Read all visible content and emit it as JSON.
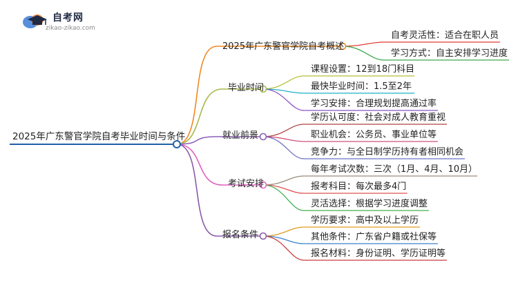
{
  "logo": {
    "title": "自考网",
    "url": "zikao-zikao.com"
  },
  "root": {
    "label": "2025年广东警官学院自考毕业时间与条件",
    "color": "#1f5fa8"
  },
  "branches": [
    {
      "label": "2025年广东警官学院自考概述",
      "color": "#f0891e",
      "children": [
        {
          "label": "自考灵活性：适合在职人员",
          "color": "#e03c31"
        },
        {
          "label": "学习方式：自主安排学习进度",
          "color": "#3aa84a"
        }
      ]
    },
    {
      "label": "毕业时间",
      "color": "#a8b84a",
      "children": [
        {
          "label": "课程设置：12到18门科目",
          "color": "#b5bf3a"
        },
        {
          "label": "最快毕业时间：1.5至2年",
          "color": "#1ab0c8"
        },
        {
          "label": "学习安排：合理规划提高通过率",
          "color": "#8a4fc8"
        }
      ]
    },
    {
      "label": "就业前景",
      "color": "#8a5fb8",
      "children": [
        {
          "label": "学历认可度：社会对成人教育重视",
          "color": "#b04040"
        },
        {
          "label": "职业机会：公务员、事业单位等",
          "color": "#d0507a"
        },
        {
          "label": "竞争力：与全日制学历持有者相同机会",
          "color": "#6a70c8"
        }
      ]
    },
    {
      "label": "考试安排",
      "color": "#e060c0",
      "children": [
        {
          "label": "每年考试次数：三次（1月、4月、10月）",
          "color": "#9a8a7a"
        },
        {
          "label": "报考科目：每次最多4门",
          "color": "#e05050"
        },
        {
          "label": "灵活选择：根据学习进度调整",
          "color": "#40b050"
        }
      ]
    },
    {
      "label": "报名条件",
      "color": "#8a5aa8",
      "children": [
        {
          "label": "学历要求：高中及以上学历",
          "color": "#e09a20"
        },
        {
          "label": "其他条件：广东省户籍或社保等",
          "color": "#3a80c8"
        },
        {
          "label": "报名材料：身份证明、学历证明等",
          "color": "#c83a3a"
        }
      ]
    }
  ]
}
